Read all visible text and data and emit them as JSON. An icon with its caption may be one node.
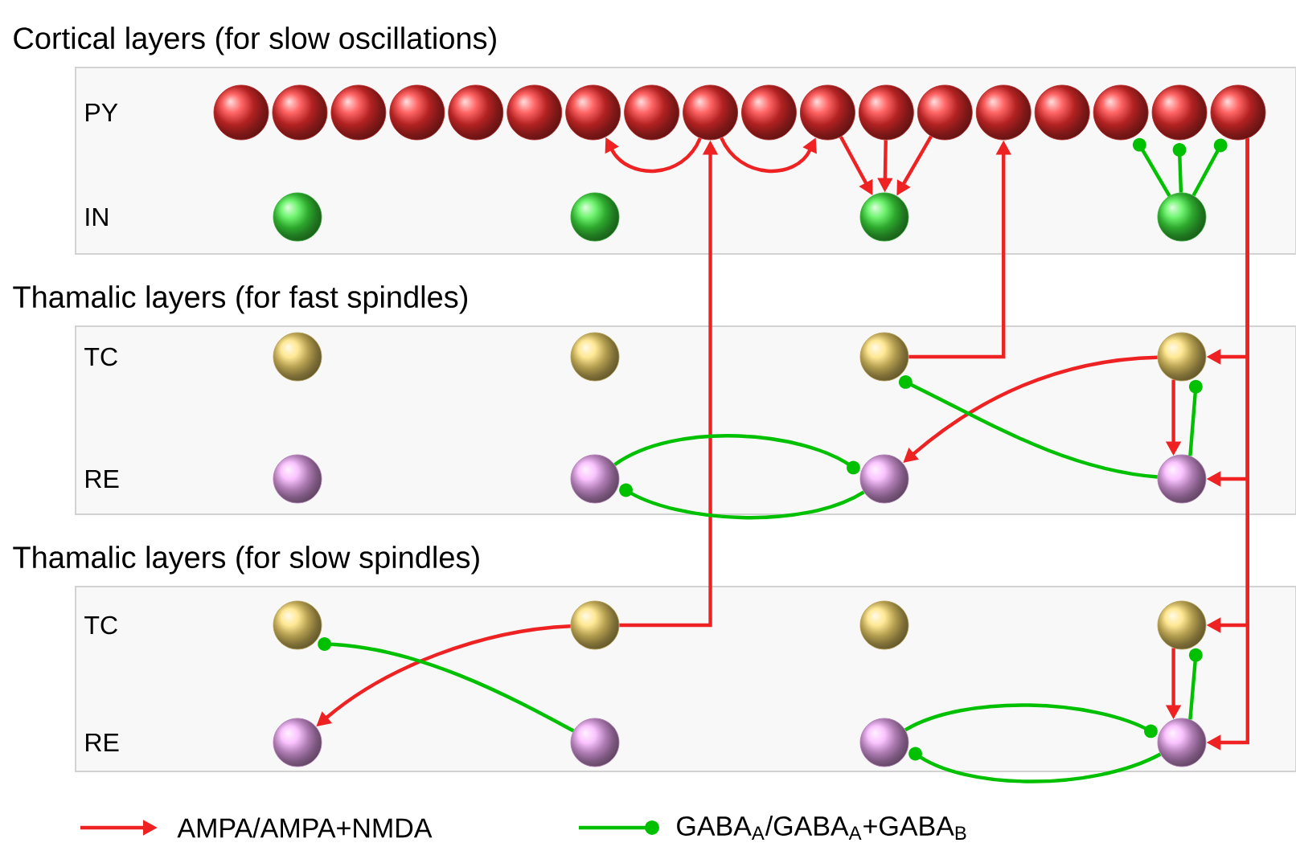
{
  "diagram": {
    "nodes": [
      {
        "text": [
          "Cortical layers (for slow oscillations)"
        ]
      },
      {
        "text": [],
        "shape": "circle",
        "in": 0
      },
      {
        "text": [],
        "shape": "circle",
        "in": 0
      },
      {
        "text": [],
        "shape": "circle",
        "in": 0
      },
      {
        "text": [],
        "shape": "circle",
        "in": 0
      },
      {
        "text": [],
        "shape": "circle",
        "in": 0
      },
      {
        "text": [],
        "shape": "circle",
        "in": 0
      },
      {
        "text": [],
        "shape": "circle",
        "in": 0
      },
      {
        "text": [],
        "shape": "circle",
        "in": 0
      },
      {
        "text": [],
        "shape": "circle",
        "in": 0
      },
      {
        "text": [],
        "shape": "circle",
        "in": 0
      },
      {
        "text": [],
        "shape": "circle",
        "in": 0
      },
      {
        "text": [],
        "shape": "circle",
        "in": 0
      },
      {
        "text": [],
        "shape": "circle",
        "in": 0
      },
      {
        "text": [],
        "shape": "circle",
        "in": 0
      },
      {
        "text": [],
        "shape": "circle",
        "in": 0
      },
      {
        "text": [],
        "shape": "circle",
        "in": 0
      },
      {
        "text": [],
        "shape": "circle",
        "in": 0
      },
      {
        "text": [],
        "shape": "circle",
        "in": 0
      },
      {
        "text": [],
        "shape": "circle",
        "in": 0
      },
      {
        "text": [],
        "shape": "circle",
        "in": 0
      },
      {
        "text": [],
        "shape": "circle",
        "in": 0
      },
      {
        "text": [],
        "shape": "circle",
        "in": 0
      },
      {
        "text": [
          "Thamalic layers (for fast spindles)"
        ]
      },
      {
        "text": [],
        "shape": "circle",
        "in": 23
      },
      {
        "text": [],
        "shape": "circle",
        "in": 23
      },
      {
        "text": [],
        "shape": "circle",
        "in": 23
      },
      {
        "text": [],
        "shape": "circle",
        "in": 23
      },
      {
        "text": [],
        "shape": "circle",
        "in": 23
      },
      {
        "text": [],
        "shape": "circle",
        "in": 23
      },
      {
        "text": [],
        "shape": "circle",
        "in": 23
      },
      {
        "text": [],
        "shape": "circle",
        "in": 23
      },
      {
        "text": [
          "Thamalic layers (for slow spindles)"
        ]
      },
      {
        "text": [],
        "shape": "circle",
        "in": 32
      },
      {
        "text": [],
        "shape": "circle",
        "in": 32
      },
      {
        "text": [],
        "shape": "circle",
        "in": 32
      },
      {
        "text": [],
        "shape": "circle",
        "in": 32
      },
      {
        "text": [],
        "shape": "circle",
        "in": 32
      },
      {
        "text": [],
        "shape": "circle",
        "in": 32
      },
      {
        "text": [],
        "shape": "circle",
        "in": 32
      },
      {
        "text": [],
        "shape": "circle",
        "in": 32
      }
    ],
    "edges": [
      {
        "from": 9,
        "to": 7,
        "arrow": "to"
      },
      {
        "from": 9,
        "to": 11,
        "arrow": "to"
      },
      {
        "from": 11,
        "to": 21,
        "arrow": "to"
      },
      {
        "from": 12,
        "to": 21,
        "arrow": "to"
      },
      {
        "from": 13,
        "to": 21,
        "arrow": "to"
      },
      {
        "from": 22,
        "to": 16,
        "arrow": "other",
        "color": "#00c000"
      },
      {
        "from": 22,
        "to": 17,
        "arrow": "other",
        "color": "#00c000"
      },
      {
        "from": 22,
        "to": 18,
        "arrow": "other",
        "color": "#00c000"
      },
      {
        "from": 34,
        "to": 9,
        "arrow": "to"
      },
      {
        "from": 26,
        "to": 14,
        "arrow": "to"
      },
      {
        "from": 18,
        "to": 27,
        "arrow": "to"
      },
      {
        "from": 18,
        "to": 31,
        "arrow": "to"
      },
      {
        "from": 18,
        "to": 36,
        "arrow": "to"
      },
      {
        "from": 18,
        "to": 40,
        "arrow": "to"
      },
      {
        "from": 27,
        "to": 30,
        "arrow": "to"
      },
      {
        "from": 27,
        "to": 31,
        "arrow": "to"
      },
      {
        "from": 31,
        "to": 27,
        "arrow": "other",
        "color": "#00c000"
      },
      {
        "from": 31,
        "to": 26,
        "arrow": "other",
        "color": "#00c000"
      },
      {
        "from": 29,
        "to": 30,
        "arrow": "other",
        "color": "#00c000"
      },
      {
        "from": 30,
        "to": 29,
        "arrow": "other",
        "color": "#00c000"
      },
      {
        "from": 34,
        "to": 37,
        "arrow": "to"
      },
      {
        "from": 38,
        "to": 33,
        "arrow": "other",
        "color": "#00c000"
      },
      {
        "from": 36,
        "to": 40,
        "arrow": "to"
      },
      {
        "from": 40,
        "to": 36,
        "arrow": "other",
        "color": "#00c000"
      },
      {
        "from": 39,
        "to": 40,
        "arrow": "other",
        "color": "#00c000"
      },
      {
        "from": 40,
        "to": 39,
        "arrow": "other",
        "color": "#00c000"
      }
    ],
    "labels": [
      "PY",
      "IN",
      "TC",
      "RE",
      "TC",
      "RE"
    ],
    "legend": [
      {
        "text": "AMPA/AMPA+NMDA"
      },
      {
        "text": "GABA$_{A}$/GABA$_{A}$+GABA$_{B}$"
      }
    ]
  }
}
